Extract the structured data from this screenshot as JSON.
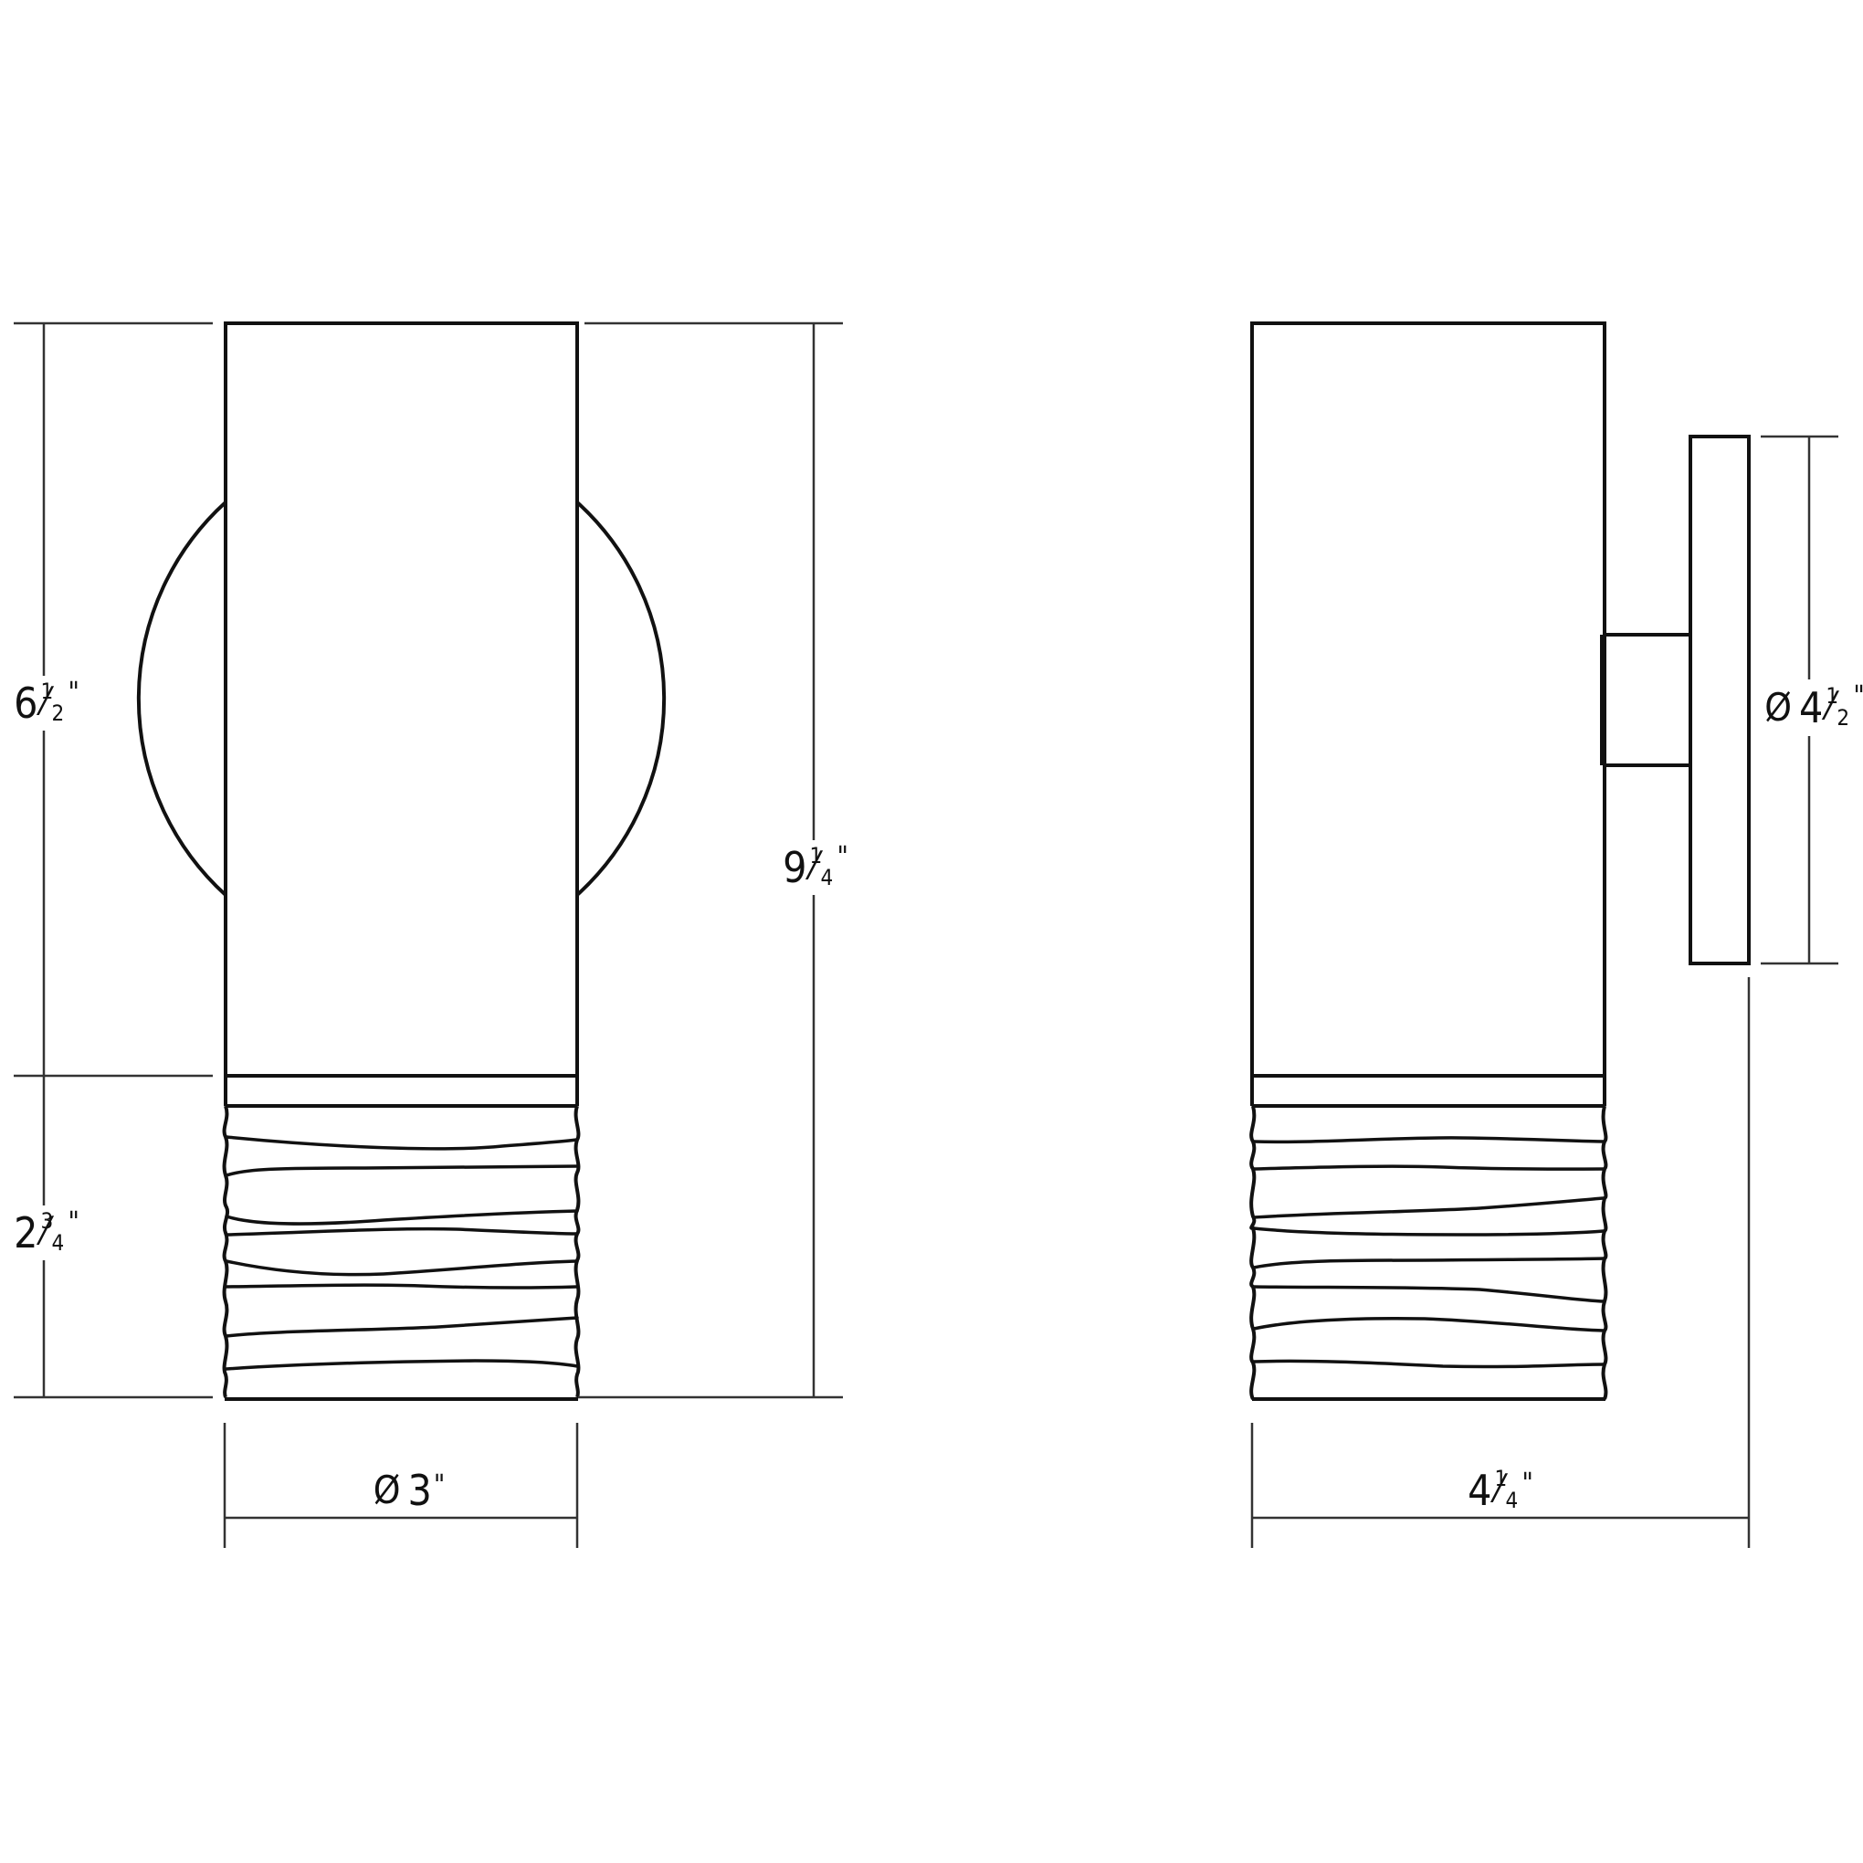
{
  "drawing": {
    "type": "dimensioned product line drawing",
    "subject": "cylindrical wall sconce with ribbed lower section",
    "line_color": "#111111",
    "background": "#ffffff",
    "views": [
      {
        "name": "front-view",
        "features": [
          "cylindrical body",
          "round wall canopy behind body",
          "ribbed bottom section"
        ],
        "dimensions": {
          "upper_height": {
            "whole": "6",
            "num": "1",
            "den": "2",
            "unit": "\"",
            "text": "6 1/2\""
          },
          "lower_height": {
            "whole": "2",
            "num": "3",
            "den": "4",
            "unit": "\"",
            "text": "2 3/4\""
          },
          "total_height": {
            "whole": "9",
            "num": "1",
            "den": "4",
            "unit": "\"",
            "text": "9 1/4\""
          },
          "diameter": {
            "symbol": "Ø",
            "whole": "3",
            "unit": "\"",
            "text": "Ø 3\""
          }
        }
      },
      {
        "name": "side-view",
        "features": [
          "cylindrical body",
          "mounting stem",
          "wall plate",
          "ribbed bottom section"
        ],
        "dimensions": {
          "plate_diameter": {
            "symbol": "Ø",
            "whole": "4",
            "num": "1",
            "den": "2",
            "unit": "\"",
            "text": "Ø 4 1/2\""
          },
          "projection": {
            "whole": "4",
            "num": "1",
            "den": "4",
            "unit": "\"",
            "text": "4 1/4\""
          }
        }
      }
    ]
  }
}
